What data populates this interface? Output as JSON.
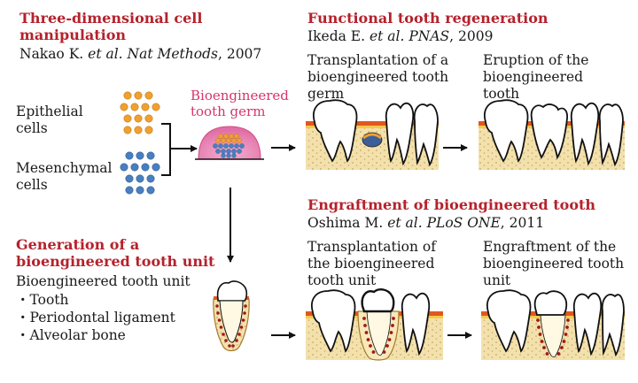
{
  "sections": {
    "manip": {
      "title": [
        "Three-dimensional cell",
        "manipulation"
      ],
      "citation": {
        "authors": "Nakao K. ",
        "etal": "et al.",
        "journal": "Nat Methods",
        "year": ", 2007"
      }
    },
    "regen": {
      "title": "Functional tooth regeneration",
      "citation": {
        "authors": "Ikeda E. ",
        "etal": "et al.",
        "journal": "PNAS",
        "year": ", 2009"
      },
      "step1": [
        "Transplantation of a",
        "bioengineered tooth",
        "germ"
      ],
      "step2": [
        "Eruption of the",
        "bioengineered",
        "tooth"
      ]
    },
    "engraft": {
      "title": "Engraftment of bioengineered tooth",
      "citation": {
        "authors": "Oshima M. ",
        "etal": "et al.",
        "journal": "PLoS ONE",
        "year": ", 2011"
      },
      "step1": [
        "Transplantation of",
        "the bioengineered",
        "tooth unit"
      ],
      "step2": [
        "Engraftment of the",
        "bioengineered tooth",
        "unit"
      ]
    },
    "unit": {
      "title": [
        "Generation of a",
        "bioengineered tooth unit"
      ],
      "subtitle": "Bioengineered tooth unit",
      "items": [
        "・Tooth",
        "・Periodontal ligament",
        "・Alveolar bone"
      ]
    }
  },
  "cells": {
    "epithelial": [
      "Epithelial",
      "cells"
    ],
    "mesenchymal": [
      "Mesenchymal",
      "cells"
    ]
  },
  "germ_label": [
    "Bioengineered",
    "tooth germ"
  ],
  "colors": {
    "title_red": "#b5222c",
    "germ_pink": "#d7356a",
    "epithelial_dot": "#f0a030",
    "mesenchymal_dot": "#4a7fbf",
    "bone": "#f2dfa8",
    "gum_stripe": "#e0581f",
    "ligament_dots": "#a01818"
  }
}
